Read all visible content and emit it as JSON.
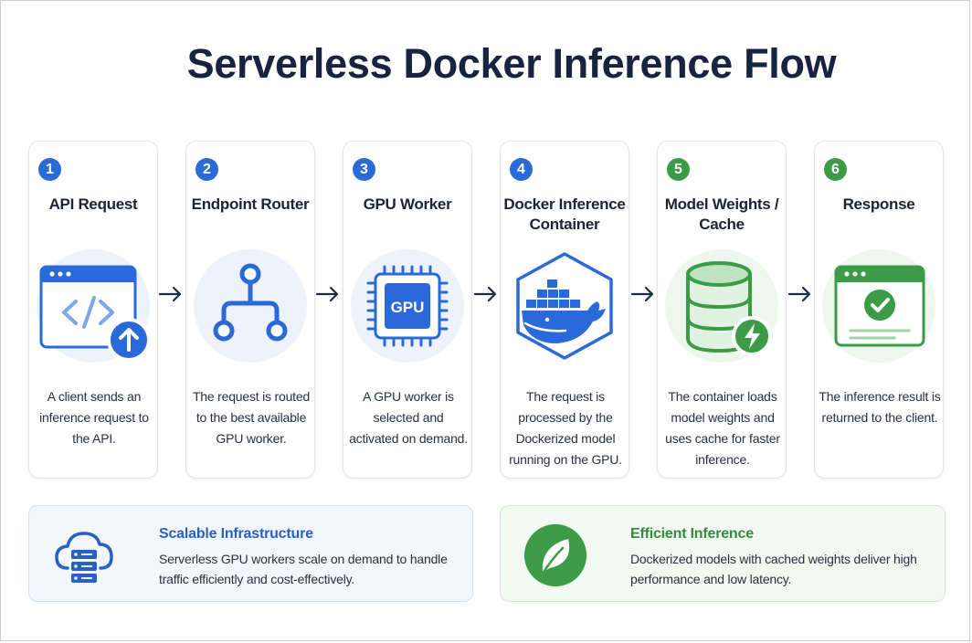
{
  "title": "Serverless Docker Inference Flow",
  "colors": {
    "blue_accent": "#2a6ad8",
    "green_accent": "#3b9b47",
    "title_text": "#18243f"
  },
  "steps": [
    {
      "number": "1",
      "title": "API Request",
      "icon": "browser-code-upload-icon",
      "description": "A client sends an inference request to the API."
    },
    {
      "number": "2",
      "title": "Endpoint Router",
      "icon": "router-branch-icon",
      "description": "The request is routed to the best available GPU worker."
    },
    {
      "number": "3",
      "title": "GPU Worker",
      "icon": "gpu-chip-icon",
      "chip_label": "GPU",
      "description": "A GPU worker is selected and activated on demand."
    },
    {
      "number": "4",
      "title": "Docker Inference Container",
      "icon": "docker-whale-icon",
      "description": "The request is processed by the Dockerized model running on the GPU."
    },
    {
      "number": "5",
      "title": "Model Weights / Cache",
      "icon": "database-bolt-icon",
      "description": "The container loads model weights and uses cache for faster inference."
    },
    {
      "number": "6",
      "title": "Response",
      "icon": "browser-checkmark-icon",
      "description": "The inference result is returned to the client."
    }
  ],
  "panels": [
    {
      "title": "Scalable Infrastructure",
      "icon": "cloud-server-icon",
      "text": "Serverless GPU workers scale on demand to handle traffic efficiently and cost-effectively."
    },
    {
      "title": "Efficient Inference",
      "icon": "leaf-icon",
      "text": "Dockerized models with cached weights deliver high performance and low latency."
    }
  ]
}
